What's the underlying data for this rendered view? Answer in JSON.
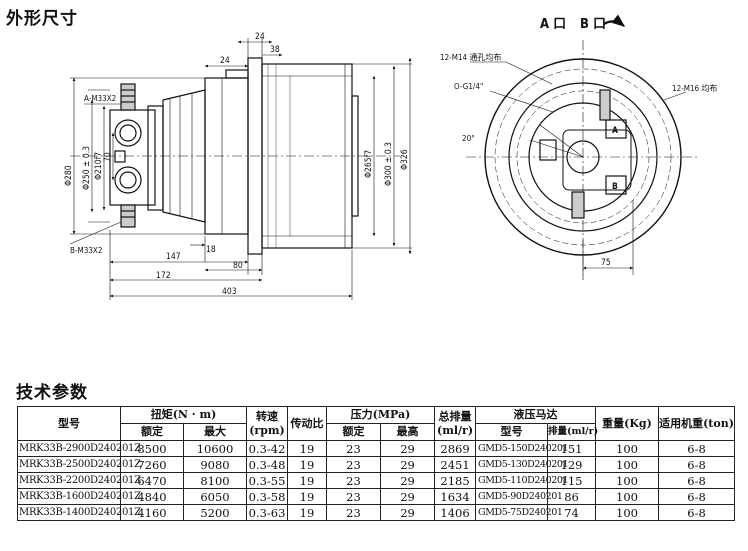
{
  "headings": {
    "outline": "外形尺寸",
    "tech_params": "技术参数"
  },
  "side_view": {
    "dims": {
      "d24_top": "24",
      "d38": "38",
      "d24_mid": "24",
      "port_a": "A-M33X2",
      "port_b": "B-M33X2",
      "d280": "Φ280",
      "d250": "Φ250 ± 0.3",
      "d210": "Φ210f7",
      "d70": "70",
      "d265": "Φ265f7",
      "d300": "Φ300 ± 0.3",
      "d326": "Φ326",
      "d18": "18",
      "d147": "147",
      "d80": "80",
      "d172": "172",
      "d403": "403"
    }
  },
  "front_view": {
    "port_a_label": "A 口",
    "port_b_label": "B 口",
    "holes_12_m14": "12-M14 通孔均布",
    "drain": "O-G1/4\"",
    "holes_12_m16": "12-M16 均布",
    "angle": "20°",
    "d75": "75",
    "mark_a": "A",
    "mark_b": "B"
  },
  "table": {
    "headers": {
      "model": "型号",
      "torque": "扭矩(N · m)",
      "rated": "额定",
      "max": "最大",
      "speed_line1": "转速",
      "speed_line2": "(rpm)",
      "ratio": "传动比",
      "pressure": "压力(MPa)",
      "p_rated": "额定",
      "p_max": "最高",
      "disp_line1": "总排量",
      "disp_line2": "(ml/r)",
      "motor": "液压马达",
      "motor_model": "型号",
      "motor_disp": "排量(ml/r)",
      "weight": "重量(Kg)",
      "machine": "适用机重(ton)"
    },
    "rows": [
      [
        "MRK33B-2900D240201Z",
        "8500",
        "10600",
        "0.3-42",
        "19",
        "23",
        "29",
        "2869",
        "GMD5-150D240201",
        "151",
        "100",
        "6-8"
      ],
      [
        "MRK33B-2500D240201Z",
        "7260",
        "9080",
        "0.3-48",
        "19",
        "23",
        "29",
        "2451",
        "GMD5-130D240201",
        "129",
        "100",
        "6-8"
      ],
      [
        "MRK33B-2200D240201Z",
        "6470",
        "8100",
        "0.3-55",
        "19",
        "23",
        "29",
        "2185",
        "GMD5-110D240201",
        "115",
        "100",
        "6-8"
      ],
      [
        "MRK33B-1600D240201Z",
        "4840",
        "6050",
        "0.3-58",
        "19",
        "23",
        "29",
        "1634",
        "GMD5-90D240201",
        "86",
        "100",
        "6-8"
      ],
      [
        "MRK33B-1400D240201Z",
        "4160",
        "5200",
        "0.3-63",
        "19",
        "23",
        "29",
        "1406",
        "GMD5-75D240201",
        "74",
        "100",
        "6-8"
      ]
    ]
  }
}
